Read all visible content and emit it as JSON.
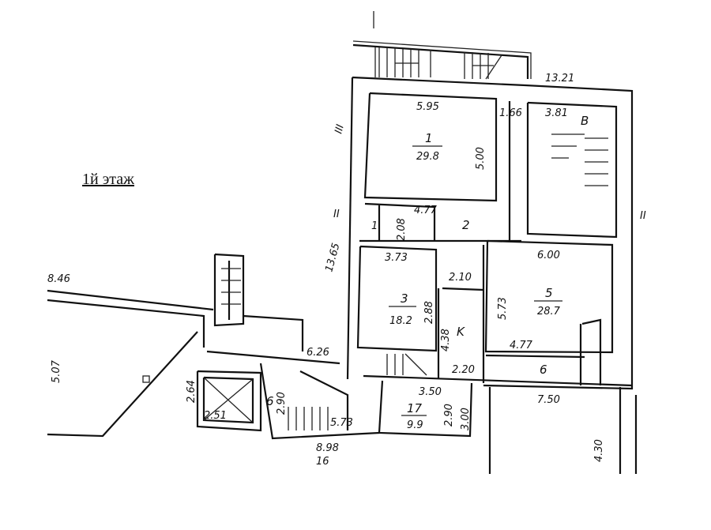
{
  "title": "1й этаж",
  "dims": {
    "top_total": "13.21",
    "r1_w": "5.95",
    "corr_w": "1.66",
    "rb_w": "3.81",
    "rb_label": "B",
    "r1_num": "1",
    "r1_area": "29.8",
    "r1_h": "5.00",
    "hall_w": "4.77",
    "hall_h": "2.08",
    "small1": "1",
    "r2": "2",
    "left_total": "13.65",
    "r3_w": "3.73",
    "link_w": "2.10",
    "r5_w": "6.00",
    "r5_h": "5.73",
    "r5_num": "5",
    "r5_area": "28.7",
    "r3_num": "3",
    "r3_area": "18.2",
    "r3_h": "2.88",
    "k_h": "4.38",
    "k_label": "K",
    "r6_w": "4.77",
    "r6_num": "6",
    "k_w": "2.20",
    "r17_w": "3.50",
    "big_w": "7.50",
    "r17_num": "17",
    "r17_area": "9.9",
    "r17_h": "2.90",
    "corr2_h": "3.00",
    "big_h": "4.30",
    "stair_w": "6.26",
    "lift_h": "2.64",
    "lift_w": "2.51",
    "st_w": "5.73",
    "st_num": "6",
    "st_h": "2.90",
    "bottom_w": "8.98",
    "left_w": "8.46",
    "left_h": "5.07",
    "sec3": "III",
    "sec2a": "II",
    "sec2b": "II",
    "r16": "16"
  }
}
